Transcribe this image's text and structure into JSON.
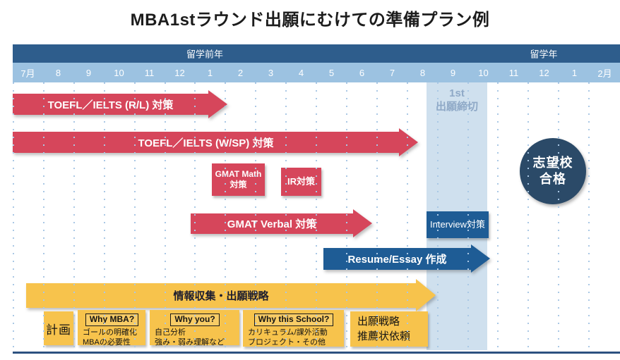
{
  "title": "MBA1stラウンド出願にむけての準備プラン例",
  "timeline": {
    "pre_year_label": "留学前年",
    "study_year_label": "留学年",
    "months": [
      "7月",
      "8",
      "9",
      "10",
      "11",
      "12",
      "1",
      "2",
      "3",
      "4",
      "5",
      "6",
      "7",
      "8",
      "9",
      "10",
      "11",
      "12",
      "1",
      "2月"
    ]
  },
  "deadline": {
    "line1": "1st",
    "line2": "出願締切",
    "months": "9月〜10月"
  },
  "goal": {
    "line1": "志望校",
    "line2": "合格"
  },
  "tasks": [
    {
      "label": "TOEFL／IELTS (R/L) 対策",
      "shape": "arrow",
      "color": "#d6465b",
      "start": "7月",
      "end": "2月"
    },
    {
      "label": "TOEFL／IELTS (W/SP) 対策",
      "shape": "arrow",
      "color": "#d6465b",
      "start": "7月",
      "end": "翌8月"
    },
    {
      "label_line1": "GMAT Math",
      "label_line2": "対策",
      "shape": "box",
      "color": "#d6465b",
      "start": "1月",
      "end": "3月"
    },
    {
      "label": "IR対策",
      "shape": "box",
      "color": "#d6465b",
      "start": "3月",
      "end": "4月"
    },
    {
      "label": "GMAT Verbal 対策",
      "shape": "arrow",
      "color": "#d6465b",
      "start": "12月",
      "end": "6月"
    },
    {
      "label": "Interview対策",
      "shape": "box",
      "color": "#1e5c95",
      "start": "9月",
      "end": "10月"
    },
    {
      "label": "Resume/Essay 作成",
      "shape": "arrow",
      "color": "#1e5c95",
      "start": "5月",
      "end": "10月"
    },
    {
      "label": "情報収集・出願戦略",
      "shape": "arrow",
      "color": "#f7c34c",
      "start": "7月",
      "end": "翌9月"
    }
  ],
  "steps": [
    {
      "title": "計画"
    },
    {
      "tag": "Why MBA?",
      "lines": [
        "ゴールの明確化",
        "MBAの必要性"
      ]
    },
    {
      "tag": "Why you?",
      "lines": [
        "自己分析",
        "強み・弱み理解など"
      ]
    },
    {
      "tag": "Why this School?",
      "lines": [
        "カリキュラム/課外活動",
        "プロジェクト・その他"
      ]
    },
    {
      "lines": [
        "出願戦略",
        "推薦状依頼"
      ]
    }
  ],
  "colors": {
    "red": "#d6465b",
    "blue": "#1e5c95",
    "yellow": "#f7c34c",
    "header_navy": "#2e5d8c",
    "month_band": "#9cc2e1",
    "highlight_column": "#cfe0ee",
    "goal_circle": "#2b4a68",
    "baseline": "#2d5180"
  }
}
